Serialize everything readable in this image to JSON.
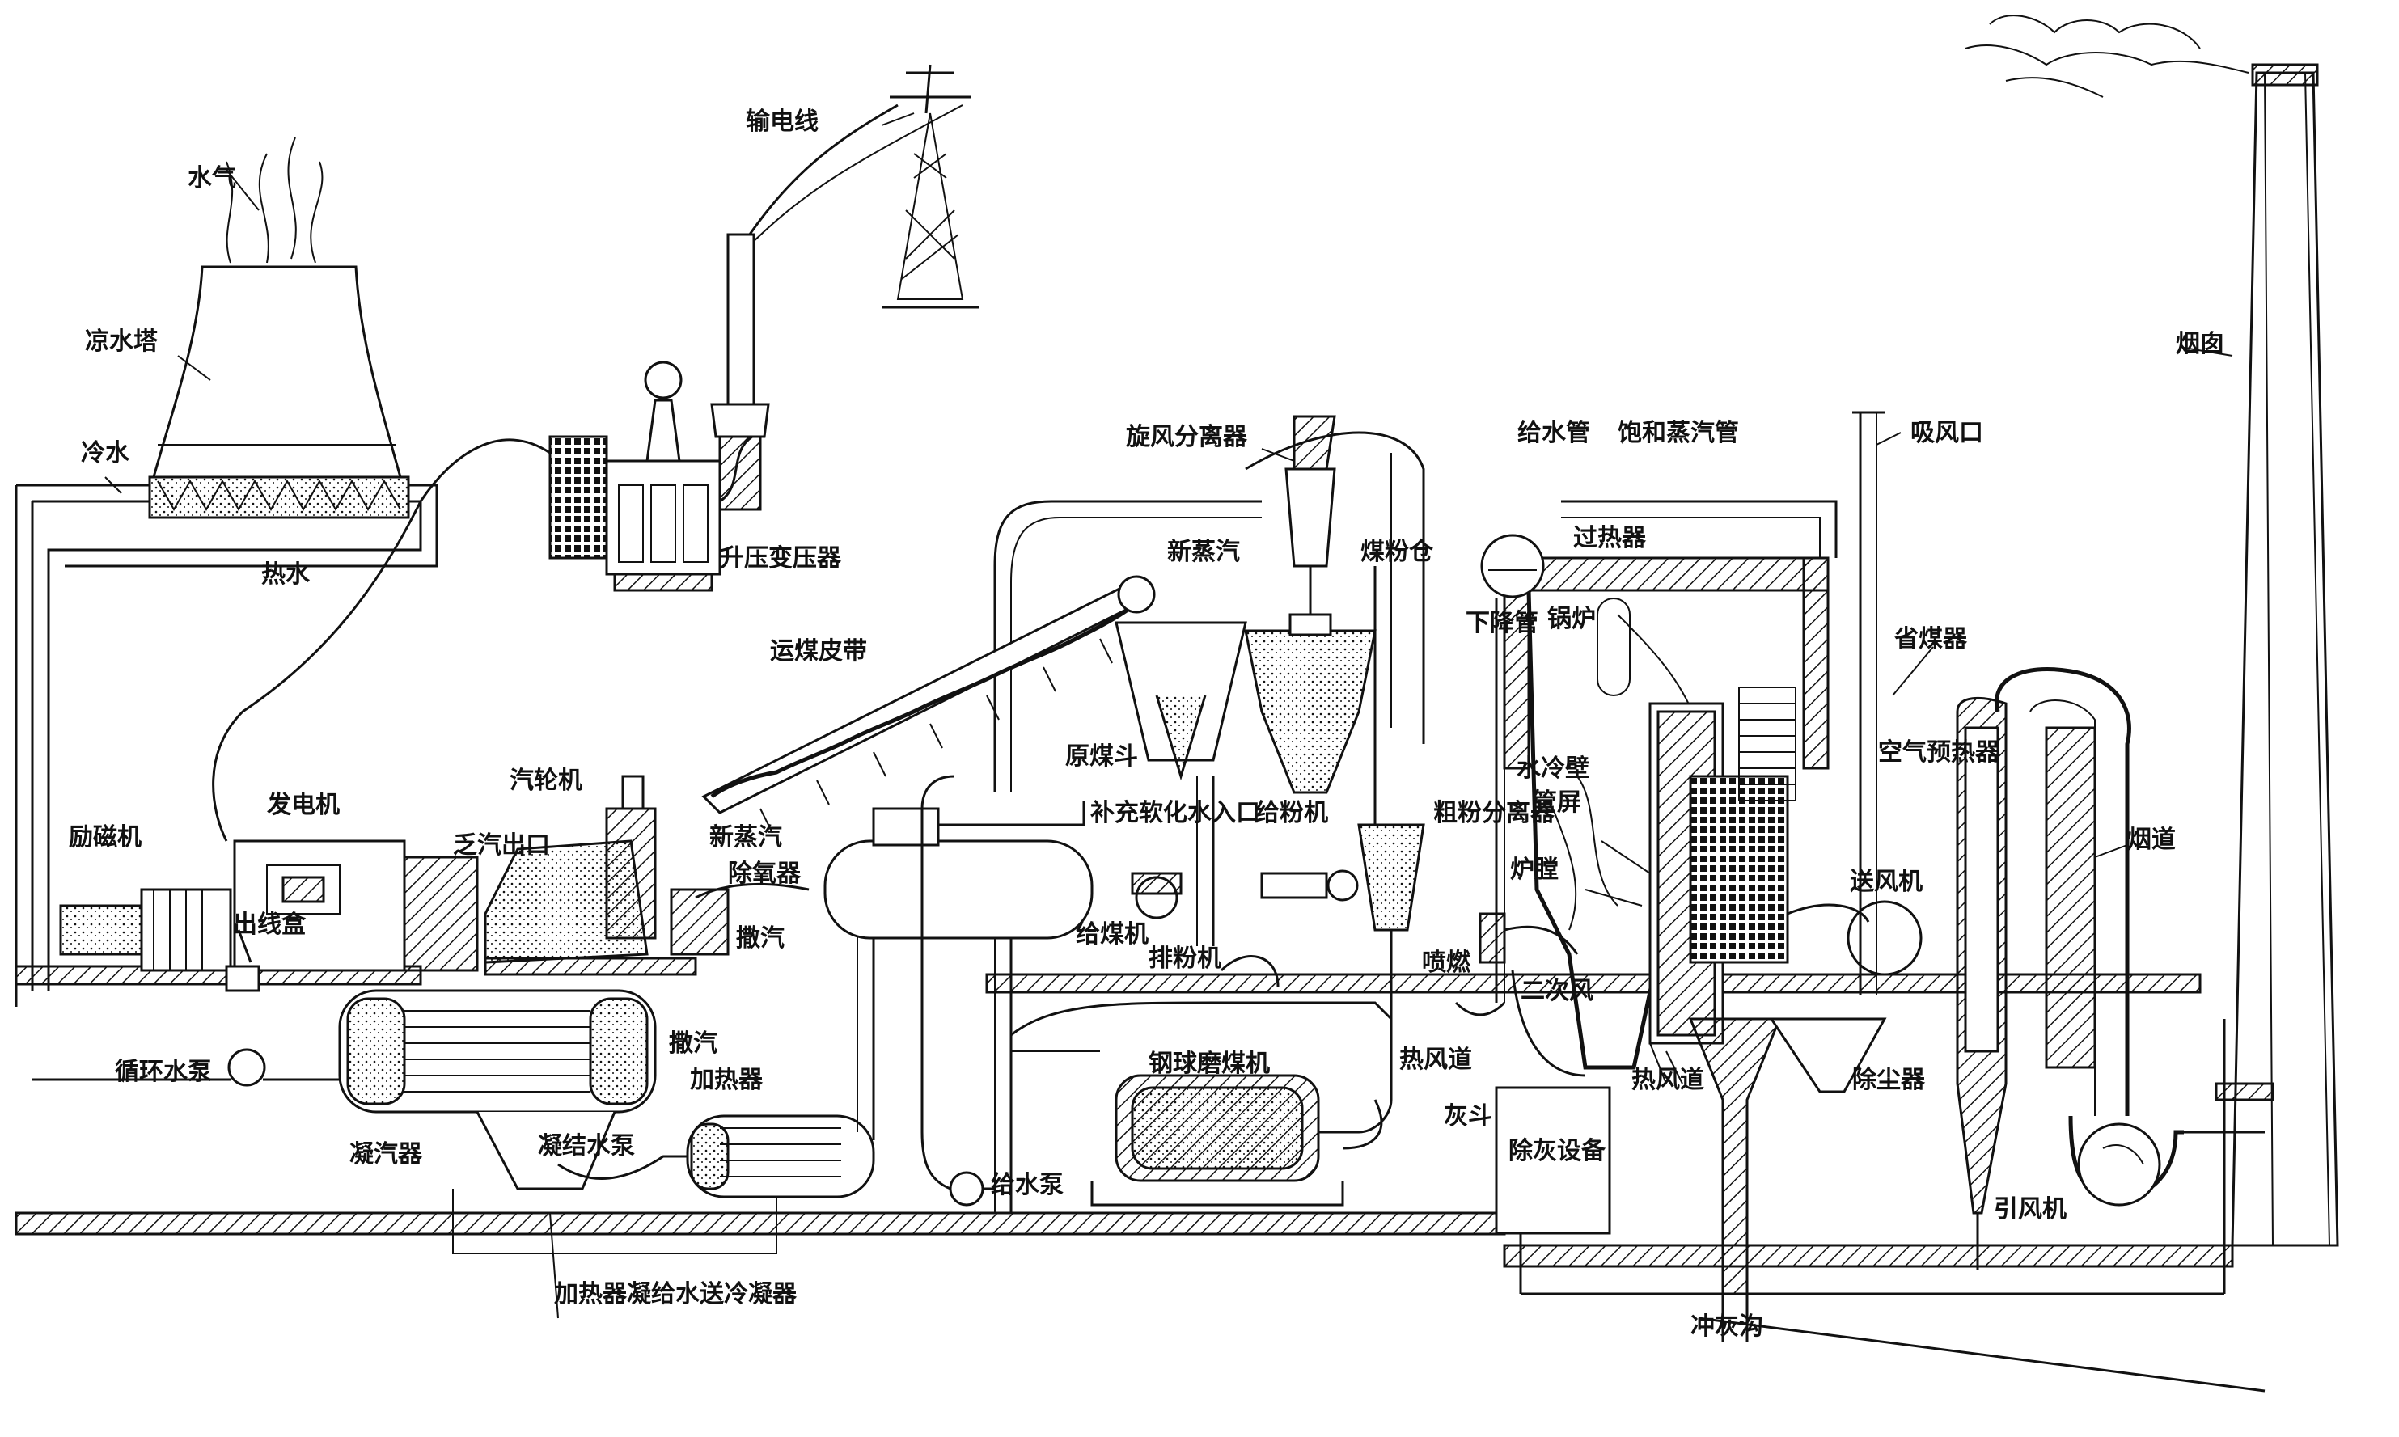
{
  "labels": {
    "shuiqi": "水气",
    "liangshuita": "凉水塔",
    "lengshui": "冷水",
    "reshui": "热水",
    "shudianxian": "输电线",
    "shengyabianyaqi": "升压变压器",
    "xuanfengfenliqi": "旋风分离器",
    "xinzhengqi_top": "新蒸汽",
    "meifencang": "煤粉仓",
    "xiajiangguan": "下降管",
    "guolu": "锅炉",
    "geishuiguan": "给水管",
    "baohezhengqiguan": "饱和蒸汽管",
    "xifengkou": "吸风口",
    "guoreqi": "过热器",
    "shengmeiqi": "省煤器",
    "yuncong": "烟囱",
    "yunmeipidai": "运煤皮带",
    "yuanmeidou": "原煤斗",
    "buchongruanhuashuirukou": "补充软化水入口",
    "geifenji": "给粉机",
    "cufenfenliqi": "粗粉分离器",
    "shuilengbi": "水冷壁",
    "guanping": "管屏",
    "lutang": "炉膛",
    "kongqiyureqi": "空气预热器",
    "songfengji": "送风机",
    "yandao": "烟道",
    "licjiji": "励磁机",
    "fadianji": "发电机",
    "chuxianhe": "出线盒",
    "qilunji": "汽轮机",
    "faqichukou": "乏汽出口",
    "xinzhengqi_mid": "新蒸汽",
    "chuyangqi": "除氧器",
    "sanqi_mid": "撒汽",
    "geimeiji": "给煤机",
    "paifenji": "排粉机",
    "penran": "喷燃",
    "erci_feng": "二次风",
    "refengdao_a": "热风道",
    "refengdao_b": "热风道",
    "huidou": "灰斗",
    "chuhuisheibei": "除灰设备",
    "chuchenqi": "除尘器",
    "yinfengji": "引风机",
    "xunhuanshuibeng": "循环水泵",
    "sanqi_low": "撒汽",
    "jiareqi": "加热器",
    "ningqiqi": "凝汽器",
    "ningjieshuibeng": "凝结水泵",
    "gangqiumomeiji": "钢球磨煤机",
    "geishuibeng": "给水泵",
    "bottom_caption": "加热器凝给水送冷凝器",
    "chonghuigou": "冲灰沟"
  },
  "style": {
    "ink": "#111111",
    "paper": "#ffffff"
  }
}
